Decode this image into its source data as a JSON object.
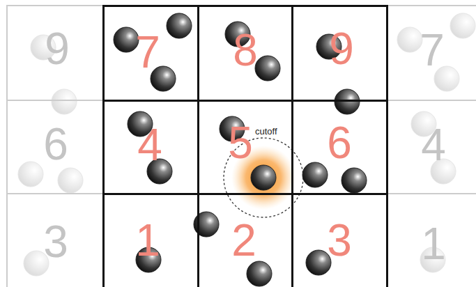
{
  "diagram": {
    "nodes": [
      {
        "text": [
          "9"
        ]
      },
      {
        "text": [
          "7"
        ]
      },
      {
        "text": [
          "8"
        ]
      },
      {
        "text": [
          "9"
        ]
      },
      {
        "text": [
          "7"
        ]
      },
      {
        "text": [
          "6"
        ]
      },
      {
        "text": [
          "4"
        ]
      },
      {
        "text": [
          "5"
        ]
      },
      {
        "text": [
          "6"
        ]
      },
      {
        "text": [
          "4"
        ]
      },
      {
        "text": [
          "3"
        ]
      },
      {
        "text": [
          "1"
        ]
      },
      {
        "text": [
          "2"
        ]
      },
      {
        "text": [
          "3"
        ]
      },
      {
        "text": [
          "1"
        ]
      }
    ],
    "labels": [
      "cutoff"
    ]
  }
}
